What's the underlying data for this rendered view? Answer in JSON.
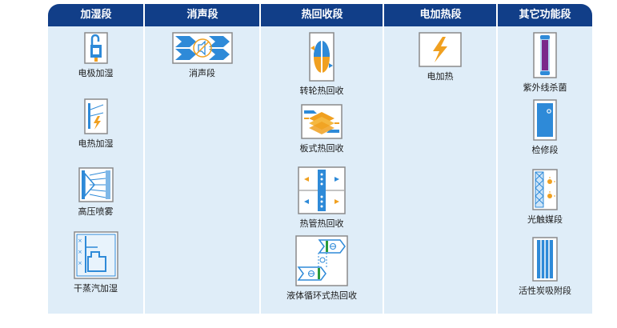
{
  "columns": [
    {
      "title": "加湿段",
      "items": [
        {
          "label": "电极加湿",
          "icon": "electrode-humidifier-icon"
        },
        {
          "label": "电热加湿",
          "icon": "electric-heating-humidifier-icon"
        },
        {
          "label": "高压喷雾",
          "icon": "high-pressure-spray-icon"
        },
        {
          "label": "干蒸汽加湿",
          "icon": "dry-steam-humidifier-icon"
        }
      ]
    },
    {
      "title": "消声段",
      "items": [
        {
          "label": "消声段",
          "icon": "silencer-icon"
        }
      ]
    },
    {
      "title": "热回收段",
      "items": [
        {
          "label": "转轮热回收",
          "icon": "rotary-wheel-heat-recovery-icon"
        },
        {
          "label": "板式热回收",
          "icon": "plate-heat-recovery-icon"
        },
        {
          "label": "热管热回收",
          "icon": "heat-pipe-recovery-icon"
        },
        {
          "label": "液体循环式热回收",
          "icon": "liquid-circulation-heat-recovery-icon"
        }
      ]
    },
    {
      "title": "电加热段",
      "items": [
        {
          "label": "电加热",
          "icon": "electric-heater-icon"
        }
      ]
    },
    {
      "title": "其它功能段",
      "items": [
        {
          "label": "紫外线杀菌",
          "icon": "uv-sterilization-icon"
        },
        {
          "label": "检修段",
          "icon": "access-door-icon"
        },
        {
          "label": "光触媒段",
          "icon": "photocatalyst-icon"
        },
        {
          "label": "活性炭吸附段",
          "icon": "activated-carbon-icon"
        }
      ]
    }
  ],
  "colors": {
    "header": "#113e88",
    "panel": "#dfedf8",
    "accent_blue": "#2e8ad8",
    "accent_orange": "#f0a020"
  }
}
